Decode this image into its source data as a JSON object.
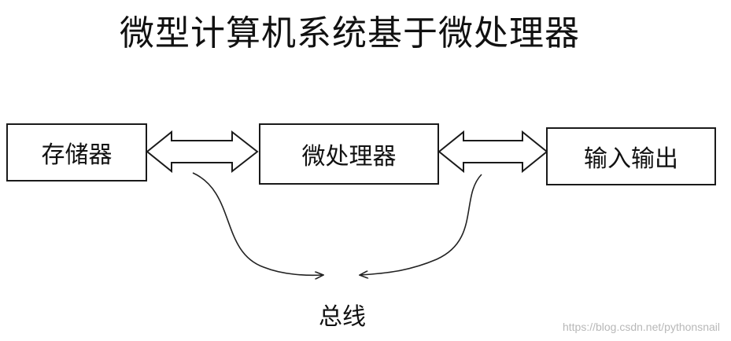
{
  "title": "微型计算机系统基于微处理器",
  "boxes": {
    "memory": "存储器",
    "cpu": "微处理器",
    "io": "输入输出"
  },
  "bus_label": "总线",
  "watermark": "https://blog.csdn.net/pythonsnail"
}
